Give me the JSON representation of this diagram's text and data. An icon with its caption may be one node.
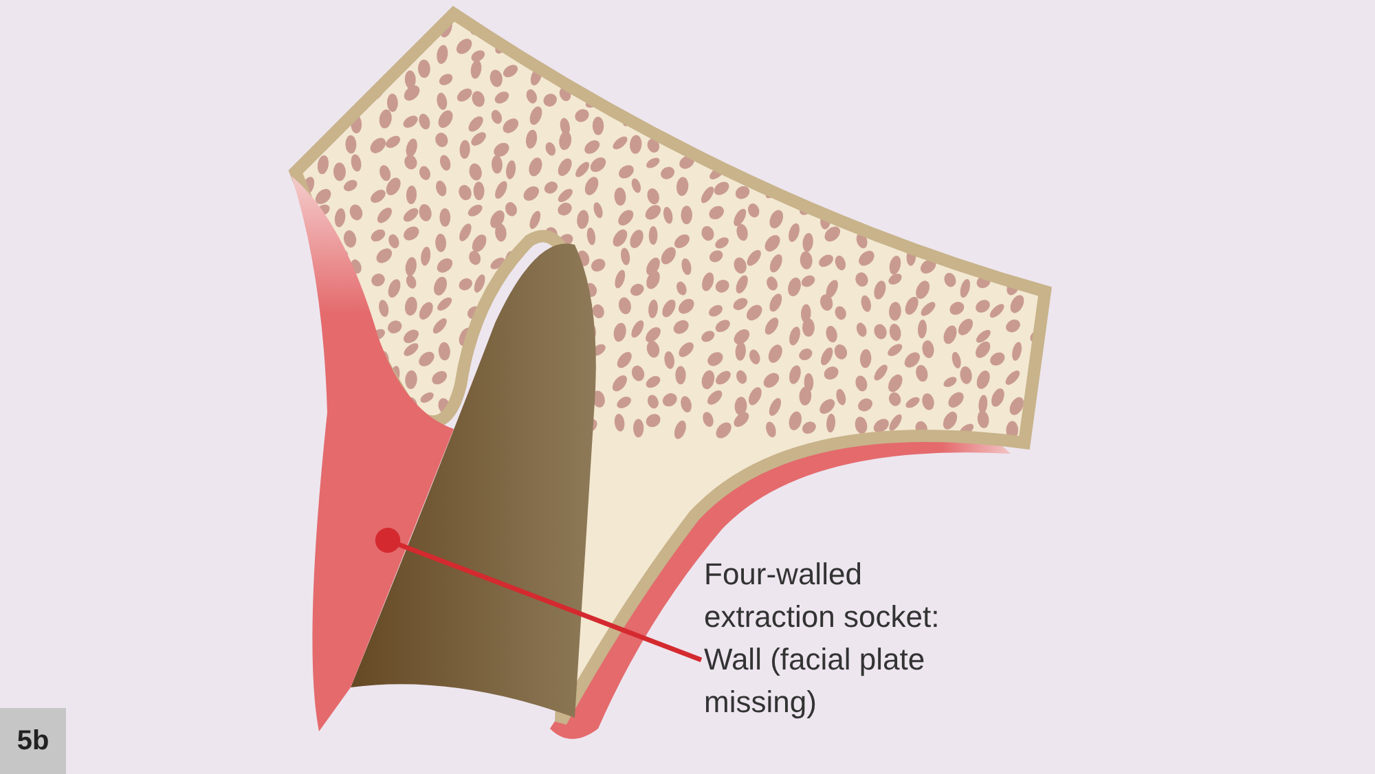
{
  "diagram": {
    "nodes": [
      {
        "text": [
          "Four-walled extraction socket: Wall (facial plate missing)"
        ]
      },
      {
        "text": [],
        "shape": "picture"
      },
      {
        "text": [
          "5b"
        ]
      }
    ],
    "edges": [
      {
        "from": 0,
        "to": 1,
        "arrow": "other",
        "color": "#d42a2f"
      }
    ]
  }
}
